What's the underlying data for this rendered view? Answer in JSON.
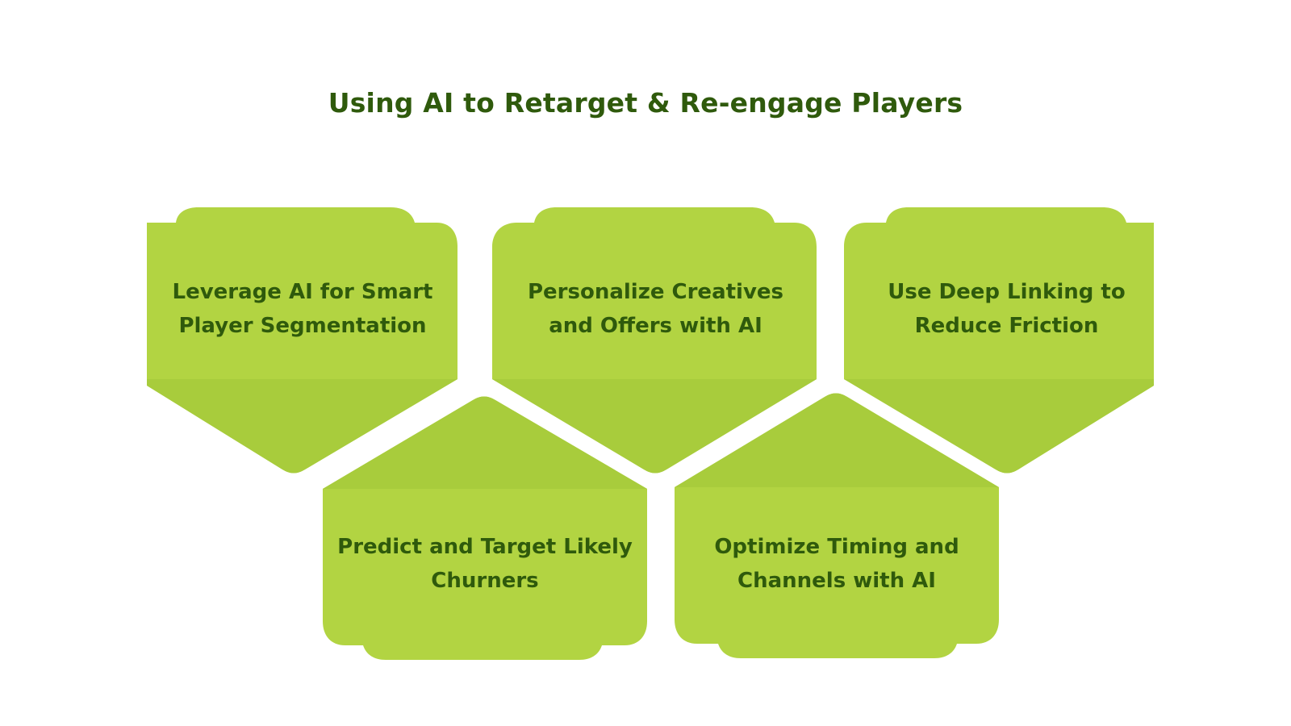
{
  "title": "Using AI to Retarget & Re-engage Players",
  "colors": {
    "tile_fill": "#b2d442",
    "tile_shade": "#a8cc3c",
    "text": "#2f5a0c"
  },
  "items": [
    {
      "line1": "Leverage AI for Smart",
      "line2": "Player Segmentation"
    },
    {
      "line1": "Personalize Creatives",
      "line2": "and Offers with AI"
    },
    {
      "line1": "Use Deep Linking to",
      "line2": "Reduce Friction"
    },
    {
      "line1": "Predict and Target Likely",
      "line2": "Churners"
    },
    {
      "line1": "Optimize Timing and",
      "line2": "Channels with AI"
    }
  ]
}
